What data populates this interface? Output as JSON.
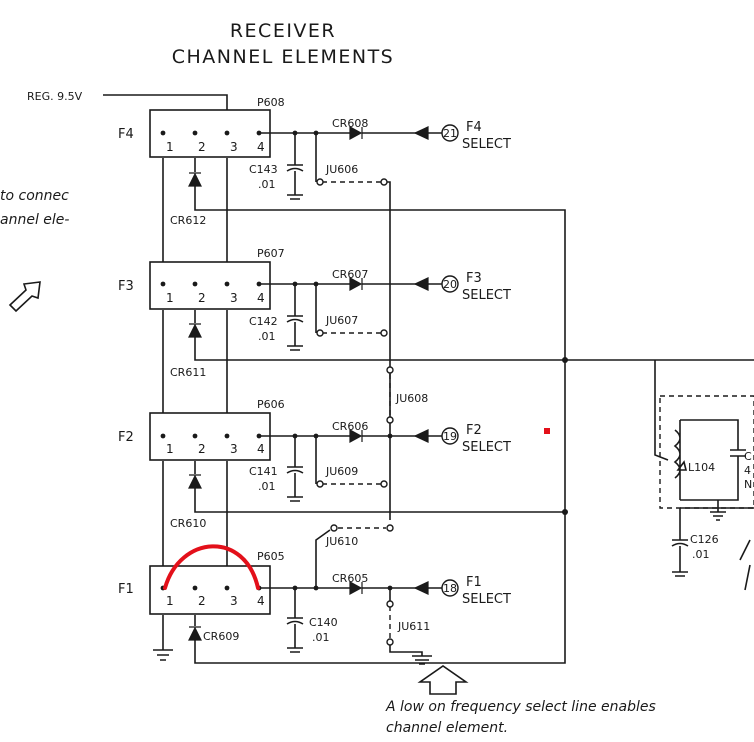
{
  "title": {
    "line1": "RECEIVER",
    "line2": "CHANNEL ELEMENTS"
  },
  "supply_label": "REG. 9.5V",
  "partial_text": {
    "line1": "to connec",
    "line2": "annel ele-"
  },
  "elements": [
    {
      "label": "F1",
      "connector": "P605",
      "pins": [
        "1",
        "2",
        "3",
        "4"
      ],
      "diode_out": "CR605",
      "diode_gnd": "CR609",
      "cap": "C140",
      "cap_value": ".01",
      "jumper": "JU611",
      "select_number": "18",
      "select_name": "F1",
      "select_word": "SELECT"
    },
    {
      "label": "F2",
      "connector": "P606",
      "pins": [
        "1",
        "2",
        "3",
        "4"
      ],
      "diode_out": "CR606",
      "diode_gnd": "CR610",
      "cap": "C141",
      "cap_value": ".01",
      "jumper": "JU609",
      "select_number": "19",
      "select_name": "F2",
      "select_word": "SELECT"
    },
    {
      "label": "F3",
      "connector": "P607",
      "pins": [
        "1",
        "2",
        "3",
        "4"
      ],
      "diode_out": "CR607",
      "diode_gnd": "CR611",
      "cap": "C142",
      "cap_value": ".01",
      "jumper": "JU607",
      "select_number": "20",
      "select_name": "F3",
      "select_word": "SELECT"
    },
    {
      "label": "F4",
      "connector": "P608",
      "pins": [
        "1",
        "2",
        "3",
        "4"
      ],
      "diode_out": "CR608",
      "diode_gnd": "CR612",
      "cap": "C143",
      "cap_value": ".01",
      "jumper": "JU606",
      "select_number": "21",
      "select_name": "F4",
      "select_word": "SELECT"
    }
  ],
  "jumpers_extra": {
    "ju608": "JU608",
    "ju610": "JU610"
  },
  "right_side": {
    "coil": "L104",
    "cap": "C126",
    "cap_value": ".01",
    "cut_c": "C",
    "cut_4": "4",
    "cut_n": "N"
  },
  "note": {
    "line1": "A low on frequency select line enables",
    "line2": "channel element."
  },
  "colors": {
    "ink": "#1a1a1a",
    "annotation": "#e3101a",
    "paper": "#ffffff"
  }
}
